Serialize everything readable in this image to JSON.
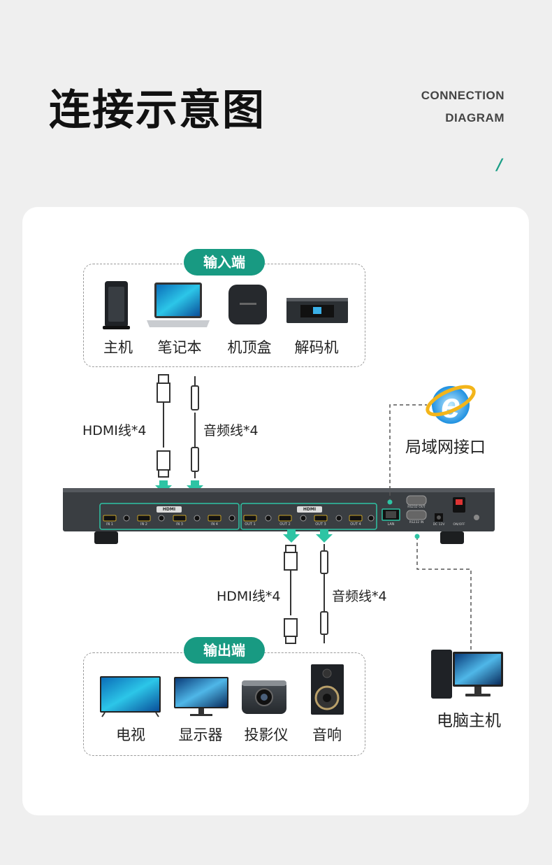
{
  "header": {
    "title_cn": "连接示意图",
    "title_en_line1": "CONNECTION",
    "title_en_line2": "DIAGRAM",
    "slash": "/"
  },
  "input_group": {
    "label": "输入端",
    "devices": [
      "主机",
      "笔记本",
      "机顶盒",
      "解码机"
    ]
  },
  "output_group": {
    "label": "输出端",
    "devices": [
      "电视",
      "显示器",
      "投影仪",
      "音响"
    ]
  },
  "cables": {
    "in_hdmi": "HDMI线*4",
    "in_audio": "音频线*4",
    "out_hdmi": "HDMI线*4",
    "out_audio": "音频线*4"
  },
  "lan": {
    "label": "局域网接口"
  },
  "pc": {
    "label": "电脑主机"
  },
  "matrix": {
    "hdmi_badge": "HDMI",
    "in_ports": [
      "IN 1",
      "IN 2",
      "IN 3",
      "IN 4"
    ],
    "out_ports": [
      "OUT 1",
      "OUT 2",
      "OUT 3",
      "OUT 4"
    ],
    "lan_port": "LAN",
    "rs232_out": "RS232 OUT",
    "rs232_in": "RS232 IN",
    "dc": "DC 12V",
    "power": "ON/OFF"
  },
  "colors": {
    "accent": "#189a82",
    "arrow": "#2ec4a4",
    "device_dark": "#2b2f33"
  }
}
